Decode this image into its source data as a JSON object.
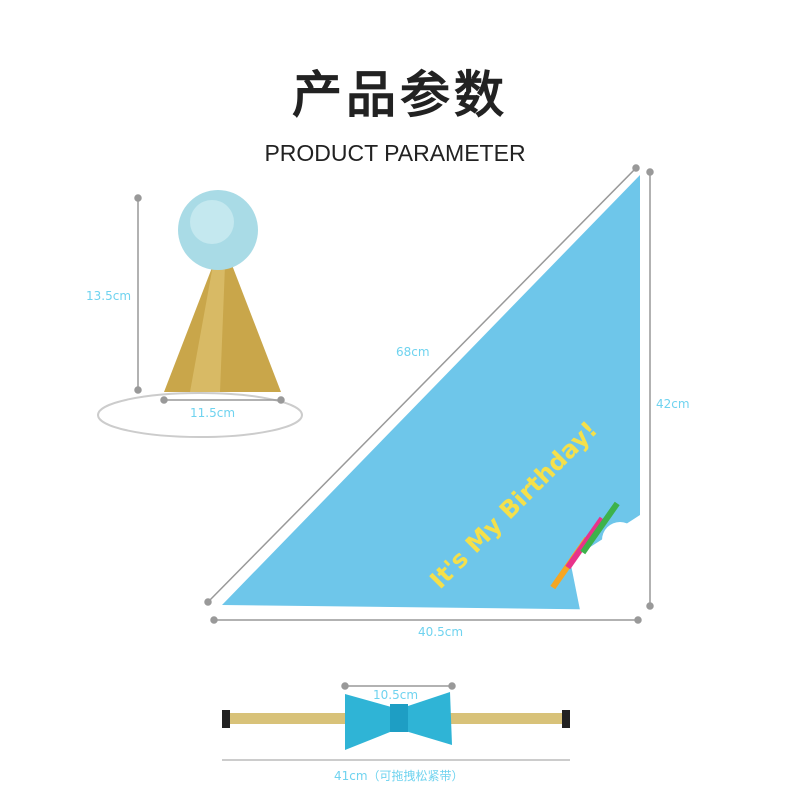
{
  "header": {
    "title_cn": "产品参数",
    "title_en": "PRODUCT PARAMETER"
  },
  "hat": {
    "height": "13.5cm",
    "width": "11.5cm"
  },
  "bandana": {
    "hypotenuse": "68cm",
    "height": "42cm",
    "width": "40.5cm",
    "print_text": "It's My Birthday!"
  },
  "bowtie": {
    "bow_width": "10.5cm",
    "length": "41cm（可拖拽松紧带）"
  },
  "colors": {
    "label": "#6fd3ef",
    "bandana": "#6ec6ea",
    "gold": "#c9a64a",
    "bow": "#2fb4d6"
  }
}
